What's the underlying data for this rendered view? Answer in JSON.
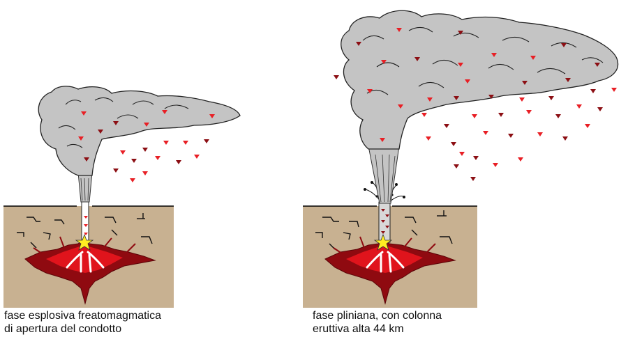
{
  "panels": [
    {
      "id": "left",
      "caption_line1": "fase esplosiva freatomagmatica",
      "caption_line2": "di apertura del condotto"
    },
    {
      "id": "right",
      "caption_line1": "fase pliniana, con colonna",
      "caption_line2": "eruttiva alta 44 km"
    }
  ],
  "colors": {
    "ground": "#c8b191",
    "cloud": "#c4c4c4",
    "magma_dark": "#8f0a10",
    "magma_bright": "#e0141c",
    "explosion": "#ffee22",
    "ash_bright": "#e81f25",
    "ash_dark": "#8c0f14"
  }
}
